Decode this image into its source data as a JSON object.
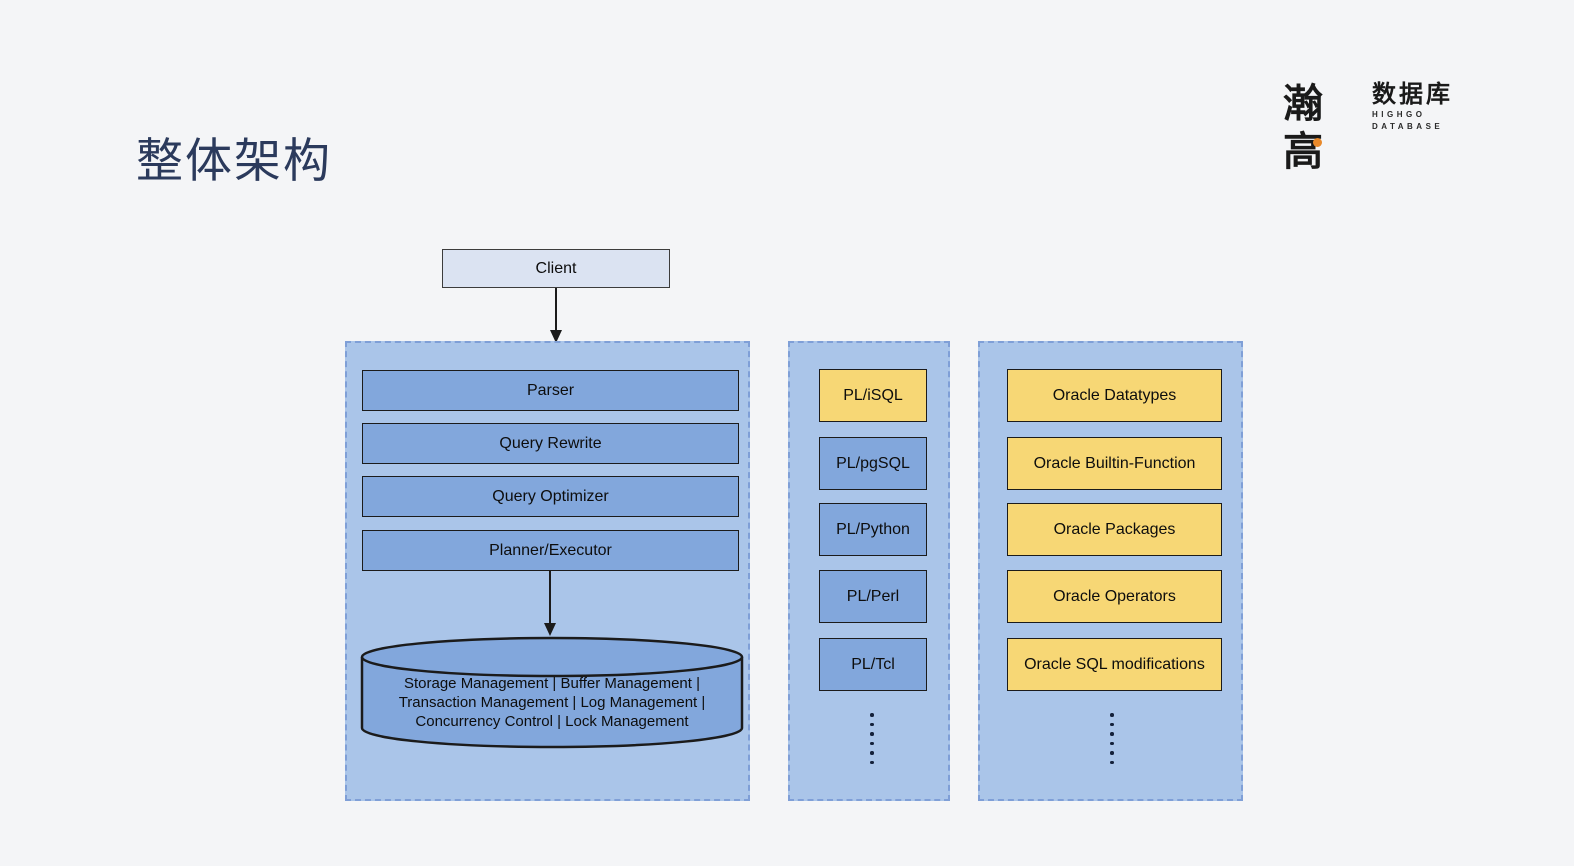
{
  "title": "整体架构",
  "logo": {
    "mark": "瀚高",
    "cn": "数据库",
    "en1": "HIGHGO",
    "en2": "DATABASE"
  },
  "client": {
    "label": "Client"
  },
  "left_panel": {
    "boxes": [
      "Parser",
      "Query Rewrite",
      "Query Optimizer",
      "Planner/Executor"
    ],
    "cylinder_lines": [
      "Storage Management | Buffer Management |",
      "Transaction Management |  Log Management |",
      "Concurrency Control |  Lock Management"
    ]
  },
  "middle_panel": {
    "boxes": [
      "PL/iSQL",
      "PL/pgSQL",
      "PL/Python",
      "PL/Perl",
      "PL/Tcl"
    ],
    "more_indicator": "vertical-ellipsis"
  },
  "right_panel": {
    "boxes": [
      "Oracle Datatypes",
      "Oracle Builtin-Function",
      "Oracle Packages",
      "Oracle Operators",
      "Oracle SQL modifications"
    ],
    "more_indicator": "vertical-ellipsis"
  },
  "colors": {
    "page_background": "#f4f5f7",
    "title": "#2b3a5c",
    "panel_fill": "#aac5e9",
    "panel_dash_border": "#7f9fd7",
    "box_blue": "#82a7dc",
    "box_yellow": "#f7d775",
    "client_fill": "#dbe3f2",
    "logo_accent_orange": "#e8892b"
  }
}
